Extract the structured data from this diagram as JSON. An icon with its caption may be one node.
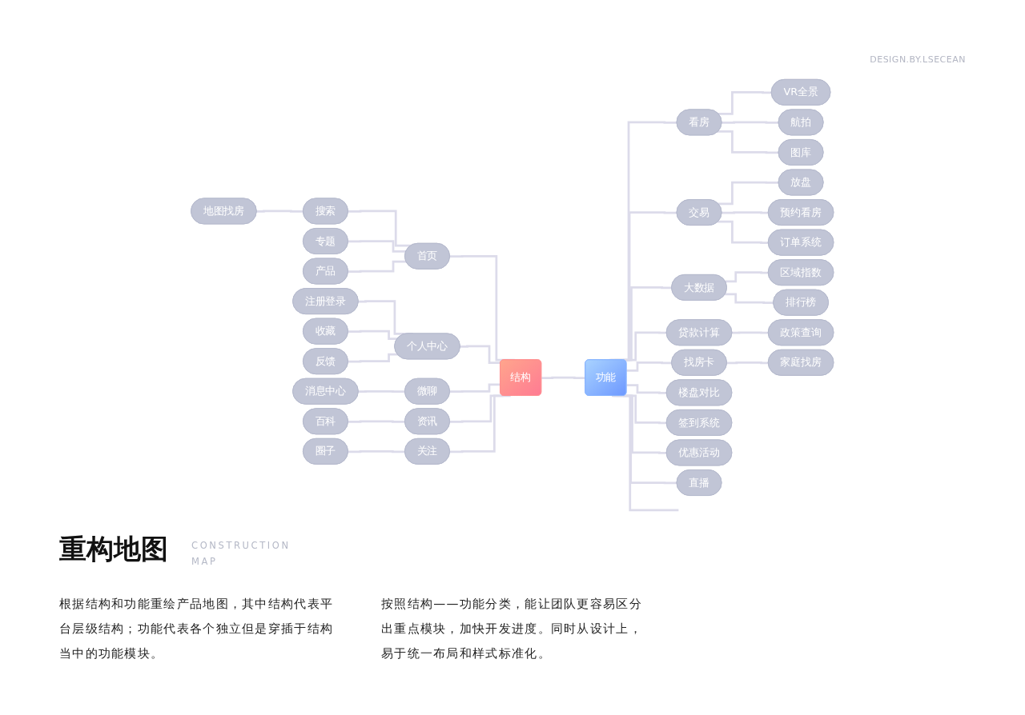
{
  "diagram": {
    "title": "重构地图",
    "nodes": [
      {
        "text": [
          "地图找房"
        ]
      },
      {
        "text": [
          "搜索"
        ]
      },
      {
        "text": [
          "专题"
        ]
      },
      {
        "text": [
          "产品"
        ]
      },
      {
        "text": [
          "首页"
        ]
      },
      {
        "text": [
          "注册登录"
        ]
      },
      {
        "text": [
          "收藏"
        ]
      },
      {
        "text": [
          "反馈"
        ]
      },
      {
        "text": [
          "个人中心"
        ]
      },
      {
        "text": [
          "消息中心"
        ]
      },
      {
        "text": [
          "微聊"
        ]
      },
      {
        "text": [
          "百科"
        ]
      },
      {
        "text": [
          "资讯"
        ]
      },
      {
        "text": [
          "圈子"
        ]
      },
      {
        "text": [
          "关注"
        ]
      },
      {
        "text": [
          "结构"
        ]
      },
      {
        "text": [
          "功能"
        ]
      },
      {
        "text": [
          "看房"
        ]
      },
      {
        "text": [
          "VR全景"
        ]
      },
      {
        "text": [
          "航拍"
        ]
      },
      {
        "text": [
          "图库"
        ]
      },
      {
        "text": [
          "交易"
        ]
      },
      {
        "text": [
          "放盘"
        ]
      },
      {
        "text": [
          "预约看房"
        ]
      },
      {
        "text": [
          "订单系统"
        ]
      },
      {
        "text": [
          "大数据"
        ]
      },
      {
        "text": [
          "区域指数"
        ]
      },
      {
        "text": [
          "排行榜"
        ]
      },
      {
        "text": [
          "贷款计算"
        ]
      },
      {
        "text": [
          "政策查询"
        ]
      },
      {
        "text": [
          "找房卡"
        ]
      },
      {
        "text": [
          "家庭找房"
        ]
      },
      {
        "text": [
          "楼盘对比"
        ]
      },
      {
        "text": [
          "签到系统"
        ]
      },
      {
        "text": [
          "优惠活动"
        ]
      },
      {
        "text": [
          "直播"
        ]
      }
    ],
    "edges": [
      {
        "from": 0,
        "to": 1,
        "arrow": "none"
      },
      {
        "from": 1,
        "to": 4,
        "arrow": "none"
      },
      {
        "from": 2,
        "to": 4,
        "arrow": "none"
      },
      {
        "from": 3,
        "to": 4,
        "arrow": "none"
      },
      {
        "from": 5,
        "to": 8,
        "arrow": "none"
      },
      {
        "from": 6,
        "to": 8,
        "arrow": "none"
      },
      {
        "from": 7,
        "to": 8,
        "arrow": "none"
      },
      {
        "from": 9,
        "to": 10,
        "arrow": "none"
      },
      {
        "from": 11,
        "to": 12,
        "arrow": "none"
      },
      {
        "from": 13,
        "to": 14,
        "arrow": "none"
      },
      {
        "from": 4,
        "to": 15,
        "arrow": "none"
      },
      {
        "from": 8,
        "to": 15,
        "arrow": "none"
      },
      {
        "from": 10,
        "to": 15,
        "arrow": "none"
      },
      {
        "from": 12,
        "to": 15,
        "arrow": "none"
      },
      {
        "from": 14,
        "to": 15,
        "arrow": "none"
      },
      {
        "from": 15,
        "to": 16,
        "arrow": "none"
      },
      {
        "from": 16,
        "to": 17,
        "arrow": "none"
      },
      {
        "from": 17,
        "to": 18,
        "arrow": "none"
      },
      {
        "from": 17,
        "to": 19,
        "arrow": "none"
      },
      {
        "from": 17,
        "to": 20,
        "arrow": "none"
      },
      {
        "from": 16,
        "to": 21,
        "arrow": "none"
      },
      {
        "from": 21,
        "to": 22,
        "arrow": "none"
      },
      {
        "from": 21,
        "to": 23,
        "arrow": "none"
      },
      {
        "from": 21,
        "to": 24,
        "arrow": "none"
      },
      {
        "from": 16,
        "to": 25,
        "arrow": "none"
      },
      {
        "from": 25,
        "to": 26,
        "arrow": "none"
      },
      {
        "from": 25,
        "to": 27,
        "arrow": "none"
      },
      {
        "from": 16,
        "to": null,
        "arrow": "none"
      },
      {
        "from": 16,
        "to": 28,
        "arrow": "none"
      },
      {
        "from": 28,
        "to": 29,
        "arrow": "none"
      },
      {
        "from": 16,
        "to": 30,
        "arrow": "none"
      },
      {
        "from": 30,
        "to": 31,
        "arrow": "none"
      },
      {
        "from": 16,
        "to": 32,
        "arrow": "none"
      },
      {
        "from": 16,
        "to": 33,
        "arrow": "none"
      },
      {
        "from": 16,
        "to": 34,
        "arrow": "none"
      },
      {
        "from": 16,
        "to": 35,
        "arrow": "none"
      }
    ],
    "labels": [
      "DESIGN.BY.LSECEAN",
      "CONSTRUCTION MAP",
      "根据结构和功能重绘产品地图，其中结构代表平台层级结构；功能代表各个独立但是穿插于结构当中的功能模块。",
      "按照结构——功能分类，能让团队更容易区分出重点模块，加快开发进度。同时从设计上，易于统一布局和样式标准化。"
    ]
  }
}
